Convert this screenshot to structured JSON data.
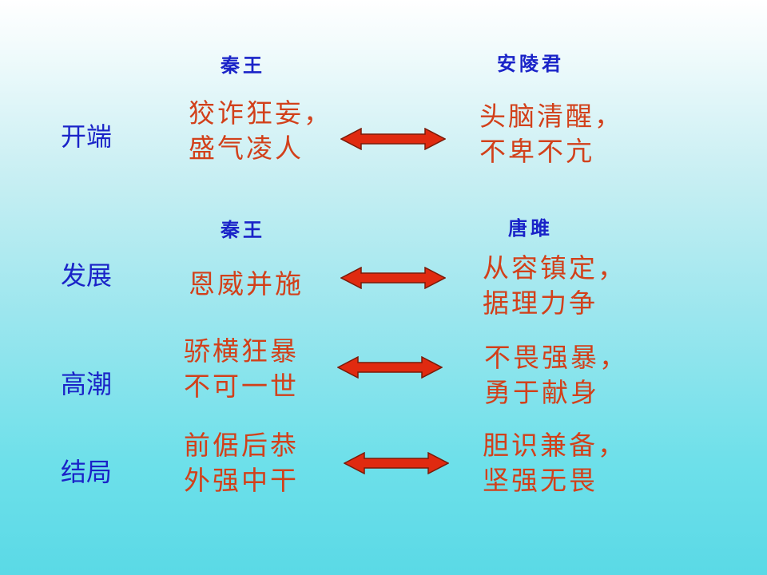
{
  "sections": [
    {
      "phase": "开端",
      "left_header": "秦王",
      "right_header": "安陵君",
      "left_lines": [
        "狡诈狂妄，",
        "盛气凌人"
      ],
      "right_lines": [
        "头脑清醒，",
        "不卑不亢"
      ]
    },
    {
      "phase": "发展",
      "left_header": "秦王",
      "right_header": "唐雎",
      "left_lines": [
        "恩威并施"
      ],
      "right_lines": [
        "从容镇定，",
        "据理力争"
      ]
    },
    {
      "phase": "高潮",
      "left_lines": [
        "骄横狂暴",
        "不可一世"
      ],
      "right_lines": [
        "不畏强暴，",
        "勇于献身"
      ]
    },
    {
      "phase": "结局",
      "left_lines": [
        "前倨后恭",
        "外强中干"
      ],
      "right_lines": [
        "胆识兼备，",
        "坚强无畏"
      ]
    }
  ],
  "colors": {
    "heading": "#1a23c8",
    "description": "#d2401a",
    "arrow_fill": "#e02a10",
    "arrow_stroke": "#7a1a08"
  },
  "icons": {
    "comparison": "double-headed-arrow-icon"
  }
}
